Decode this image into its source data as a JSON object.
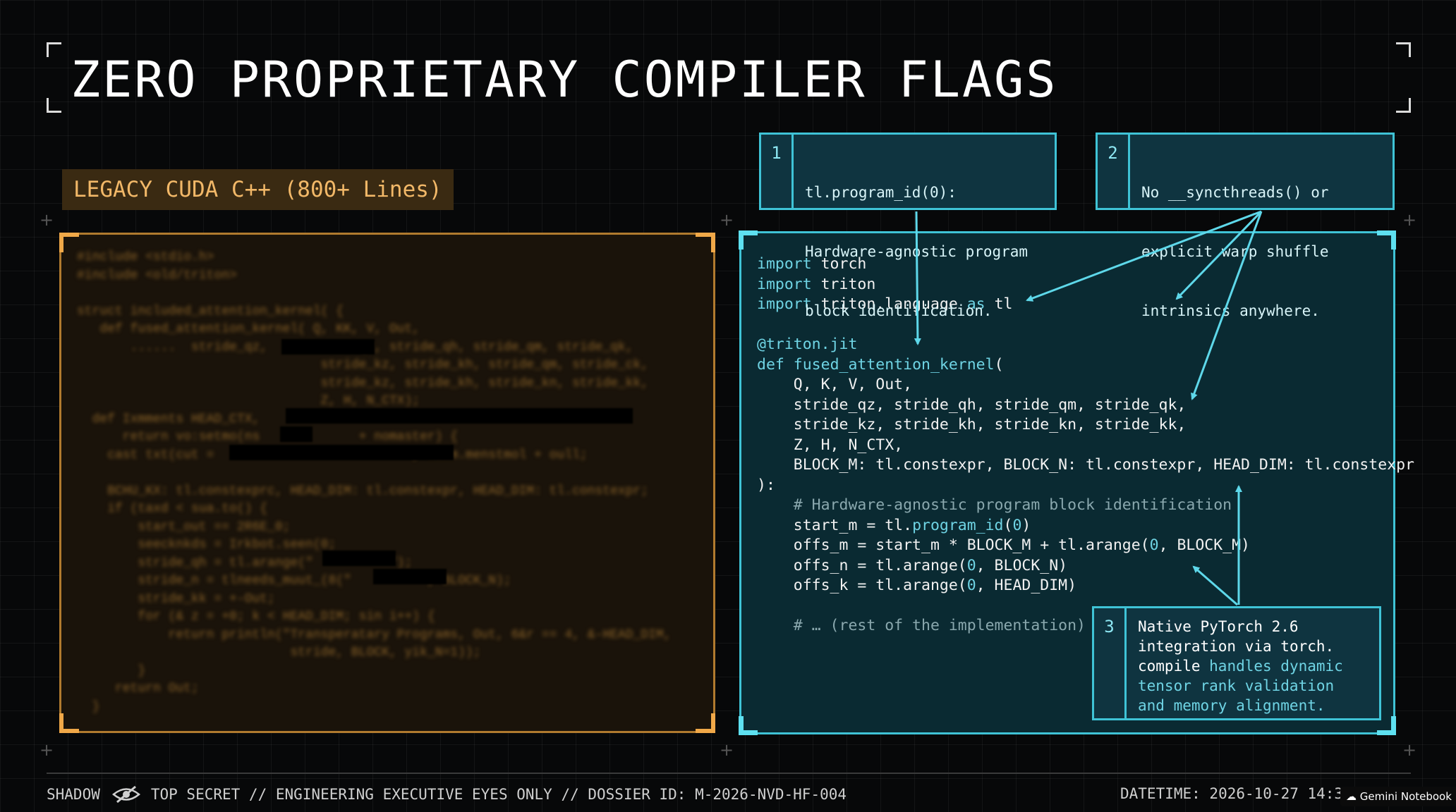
{
  "title": "ZERO PROPRIETARY COMPILER FLAGS",
  "legacy": {
    "label": "LEGACY CUDA C++ (800+ Lines)"
  },
  "triton_code": [
    [
      {
        "t": "import",
        "c": "kw"
      },
      {
        "t": " torch"
      }
    ],
    [
      {
        "t": "import",
        "c": "kw"
      },
      {
        "t": " triton"
      }
    ],
    [
      {
        "t": "import",
        "c": "kw"
      },
      {
        "t": " triton.language "
      },
      {
        "t": "as",
        "c": "kw"
      },
      {
        "t": " tl"
      }
    ],
    [],
    [
      {
        "t": "@triton.jit",
        "c": "kw"
      }
    ],
    [
      {
        "t": "def",
        "c": "kw"
      },
      {
        "t": " "
      },
      {
        "t": "fused_attention_kernel",
        "c": "kw"
      },
      {
        "t": "("
      }
    ],
    [
      {
        "t": "    Q, K, V, Out,"
      }
    ],
    [
      {
        "t": "    stride_qz, stride_qh, stride_qm, stride_qk,"
      }
    ],
    [
      {
        "t": "    stride_kz, stride_kh, stride_kn, stride_kk,"
      }
    ],
    [
      {
        "t": "    Z, H, N_CTX,"
      }
    ],
    [
      {
        "t": "    BLOCK_M: tl.constexpr, BLOCK_N: tl.constexpr, HEAD_DIM: tl.constexpr"
      }
    ],
    [
      {
        "t": "):"
      }
    ],
    [
      {
        "t": "    # Hardware-agnostic program block identification",
        "c": "cm"
      }
    ],
    [
      {
        "t": "    start_m = tl."
      },
      {
        "t": "program_id",
        "c": "kw"
      },
      {
        "t": "("
      },
      {
        "t": "0",
        "c": "num"
      },
      {
        "t": ")"
      }
    ],
    [
      {
        "t": "    offs_m = start_m * BLOCK_M + tl.arange("
      },
      {
        "t": "0",
        "c": "num"
      },
      {
        "t": ", BLOCK_M)"
      }
    ],
    [
      {
        "t": "    offs_n = tl.arange("
      },
      {
        "t": "0",
        "c": "num"
      },
      {
        "t": ", BLOCK_N)"
      }
    ],
    [
      {
        "t": "    offs_k = tl.arange("
      },
      {
        "t": "0",
        "c": "num"
      },
      {
        "t": ", HEAD_DIM)"
      }
    ],
    [],
    [
      {
        "t": "    # … (rest of the implementation) …",
        "c": "cm"
      }
    ]
  ],
  "callouts": {
    "c1": {
      "num": "1",
      "lines": [
        "tl.program_id(0):",
        "Hardware-agnostic program",
        "block identification."
      ]
    },
    "c2": {
      "num": "2",
      "lines": [
        "No __syncthreads() or",
        "explicit warp shuffle",
        "intrinsics anywhere."
      ]
    },
    "c3": {
      "num": "3",
      "lines": [
        [
          {
            "t": "Native PyTorch 2.6",
            "c": "hl"
          }
        ],
        [
          {
            "t": "integration via ",
            "c": "hl"
          },
          {
            "t": "torch.",
            "c": "hl"
          }
        ],
        [
          {
            "t": "compile",
            "c": "hl"
          },
          {
            "t": " handles dynamic",
            "c": "cy"
          }
        ],
        [
          {
            "t": "tensor rank validation",
            "c": "cy"
          }
        ],
        [
          {
            "t": "and memory alignment.",
            "c": "cy"
          }
        ]
      ]
    }
  },
  "footer": {
    "left_a": "SHADOW",
    "left_b": "TOP SECRET // ENGINEERING EXECUTIVE EYES ONLY // DOSSIER ID: M-2026-NVD-HF-004",
    "right": "DATETIME: 2026-10-27 14:3",
    "badge": "Gemini Notebook"
  },
  "icons": {
    "eye": "eye-slash-icon",
    "badge": "gemini-logo-icon"
  },
  "colors": {
    "accent_cyan": "#3fc3d6",
    "accent_amber": "#b07a2e",
    "background": "#070809"
  }
}
